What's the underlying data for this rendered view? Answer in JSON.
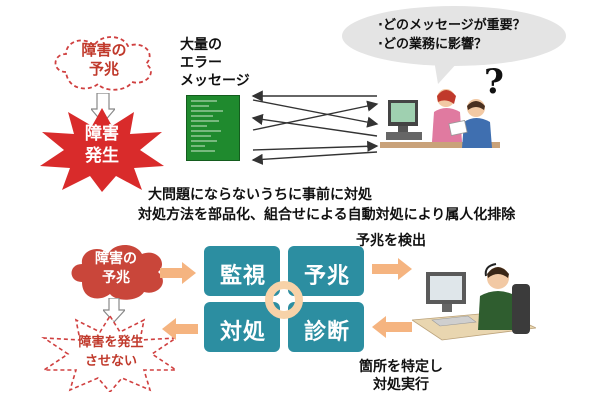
{
  "top": {
    "omen_cloud": "障害の\n予兆",
    "failure_burst": "障害\n発生",
    "mass_errors_label": "大量の\nエラー\nメッセージ",
    "speech_bubble": "·どのメッセージが重要？\n·どの業務に影響？",
    "question_mark": "?"
  },
  "middle": {
    "line1": "大問題にならないうちに事前に対処",
    "line2": "対処方法を部品化、組合せによる自動対処により属人化排除"
  },
  "bottom": {
    "omen_cloud": "障害の\n予兆",
    "prevent_burst": "障害を発生\nさせない",
    "detect_label": "予兆を検出",
    "identify_label": "箇所を特定し\n対処実行",
    "cycle": {
      "monitor": "監視",
      "predict": "予兆",
      "diagnose": "診断",
      "handle": "対処"
    }
  },
  "colors": {
    "red_burst": "#d92b2b",
    "cloud_fill": "#c9463a",
    "block_teal": "#2c8ea1",
    "arrow_orange": "#f5b480",
    "terminal_green": "#1f8a2e"
  }
}
